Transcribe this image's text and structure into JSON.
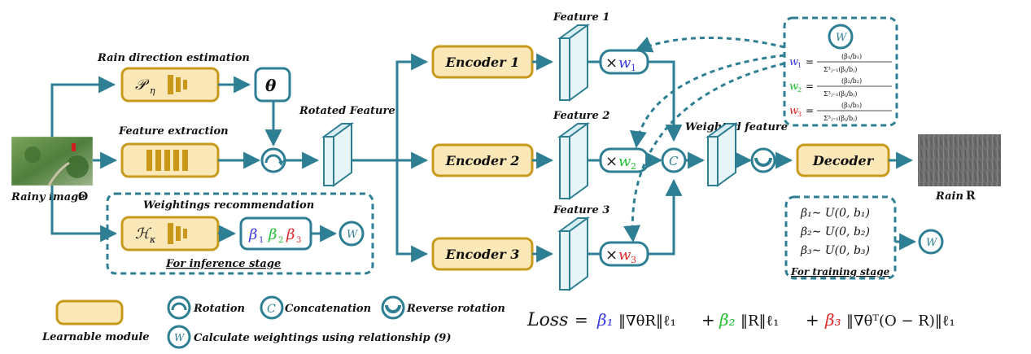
{
  "colors": {
    "teal": "#2e7f93",
    "module_fill": "#fbe8b8",
    "module_border": "#c79a1e",
    "bar_gold": "#c9981a",
    "beta1": "#3a3ae0",
    "beta2": "#22c033",
    "beta3": "#e02a2a"
  },
  "labels": {
    "rain_direction": "Rain direction estimation",
    "feature_extraction": "Feature extraction",
    "weightings_recommendation": "Weightings recommendation",
    "inference_stage": "For inference stage",
    "rotated_feature": "Rotated Feature",
    "weighted_feature": "Weighted feature",
    "rainy_image": "Rainy image",
    "rainy_image_symbol": "O",
    "rain_out": "Rain",
    "rain_out_symbol": "R",
    "feature1": "Feature 1",
    "feature2": "Feature 2",
    "feature3": "Feature 3",
    "training_stage": "For training stage",
    "theta": "θ"
  },
  "modules": {
    "p_eta": "𝒫",
    "p_eta_sub": "η",
    "h_kappa": "ℋ",
    "h_kappa_sub": "κ",
    "encoder1": "Encoder 1",
    "encoder2": "Encoder 2",
    "encoder3": "Encoder 3",
    "decoder": "Decoder"
  },
  "multipliers": {
    "times": "×",
    "w1": "w",
    "w1_sub": "1",
    "w2": "w",
    "w2_sub": "2",
    "w3": "w",
    "w3_sub": "3"
  },
  "betas": {
    "b1": "β",
    "b1_sub": "1",
    "b2": "β",
    "b2_sub": "2",
    "b3": "β",
    "b3_sub": "3"
  },
  "circles": {
    "concat": "C",
    "w": "W"
  },
  "weights_box": {
    "w1_lhs": "w",
    "w1_sub": "1",
    "w2_lhs": "w",
    "w2_sub": "2",
    "w3_lhs": "w",
    "w3_sub": "3",
    "eq": "=",
    "num1": "(β₁/b₁)",
    "num2": "(β₂/b₂)",
    "num3": "(β₃/b₃)",
    "den": "Σ³ⱼ₌₁(βⱼ/bⱼ)"
  },
  "training_box": {
    "l1": "β₁∼ U(0, b₁)",
    "l2": "β₂∼ U(0, b₂)",
    "l3": "β₃∼ U(0, b₃)"
  },
  "legend": {
    "learnable_module": "Learnable module",
    "rotation": "Rotation",
    "concatenation": "Concatenation",
    "reverse_rotation": "Reverse rotation",
    "calc_weightings": "Calculate weightings using relationship (9)"
  },
  "loss": {
    "lhs": "Loss",
    "eq": "=",
    "b1": "β₁",
    "t1": "‖∇θR‖ℓ₁",
    "plus1": "+",
    "b2": "β₂",
    "t2": "‖R‖ℓ₁",
    "plus2": "+",
    "b3": "β₃",
    "t3": "‖∇θᵀ(O − R)‖ℓ₁"
  }
}
